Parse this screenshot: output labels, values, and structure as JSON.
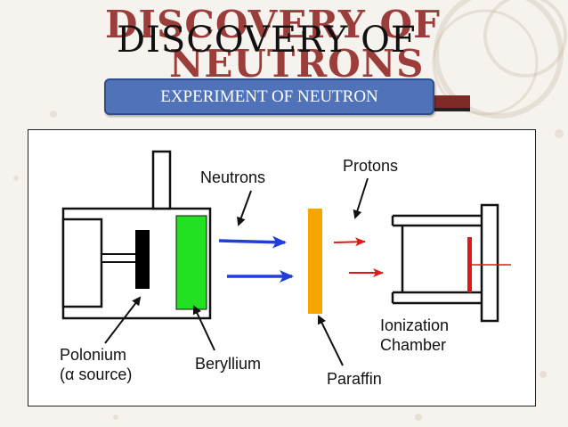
{
  "title": {
    "main": "DISCOVERY OF",
    "shadow_line1": "DISCOVERY OF",
    "shadow_line2": "NEUTRONS"
  },
  "subtitle": "EXPERIMENT OF NEUTRON",
  "diagram": {
    "labels": {
      "neutrons": "Neutrons",
      "protons": "Protons",
      "polonium_line1": "Polonium",
      "polonium_line2": "(α source)",
      "beryllium": "Beryllium",
      "paraffin": "Paraffin",
      "ionization_line1": "Ionization",
      "ionization_line2": "Chamber"
    },
    "colors": {
      "neutron_arrow": "#1f3fd8",
      "proton_arrow": "#e01818",
      "beryllium": "#22e022",
      "paraffin": "#f5a500",
      "polonium": "#000000",
      "chamber_plate": "#e01818"
    }
  },
  "theme": {
    "title_shadow_color": "#9b3d3a",
    "subtitle_bg": "#4f72b8"
  }
}
